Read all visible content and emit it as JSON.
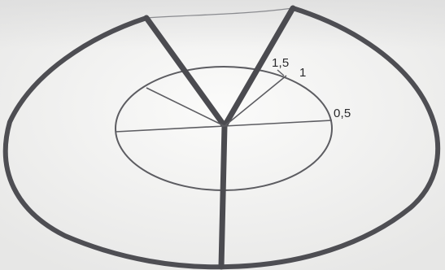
{
  "labels": {
    "one_and_half": "1,5",
    "one": "1",
    "half": "0,5"
  },
  "colors": {
    "paper": "#f4f4f2",
    "ink": "#4a4a4f",
    "pencil": "#7f8084"
  }
}
